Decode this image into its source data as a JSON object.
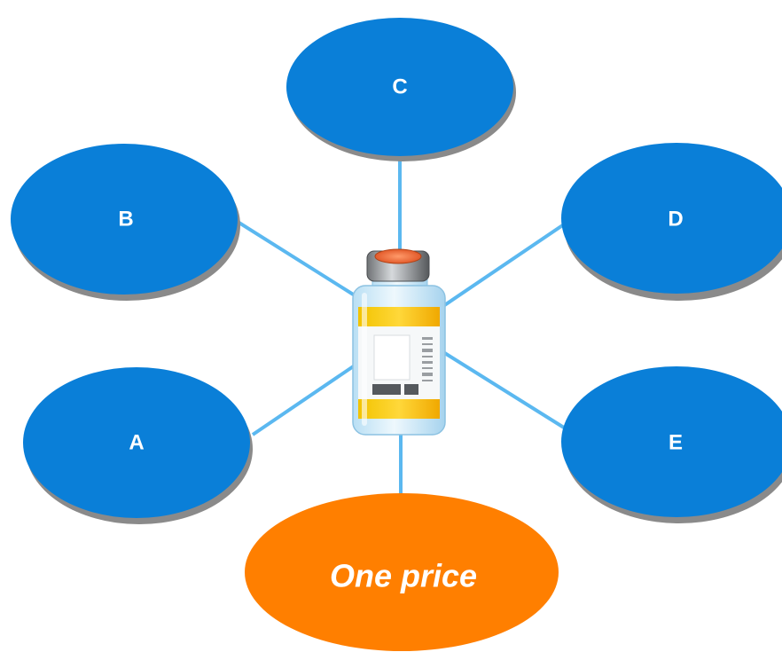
{
  "diagram": {
    "center": "vial",
    "nodes": [
      {
        "id": "A",
        "label": "A"
      },
      {
        "id": "B",
        "label": "B"
      },
      {
        "id": "C",
        "label": "C"
      },
      {
        "id": "D",
        "label": "D"
      },
      {
        "id": "E",
        "label": "E"
      }
    ],
    "bottom_node": {
      "label": "One price"
    },
    "colors": {
      "node_fill": "#0a7fd8",
      "price_fill": "#ff7f00",
      "connector": "#5bb8f0",
      "label_text": "#ffffff"
    },
    "icons": {
      "center": "vial-icon"
    }
  }
}
